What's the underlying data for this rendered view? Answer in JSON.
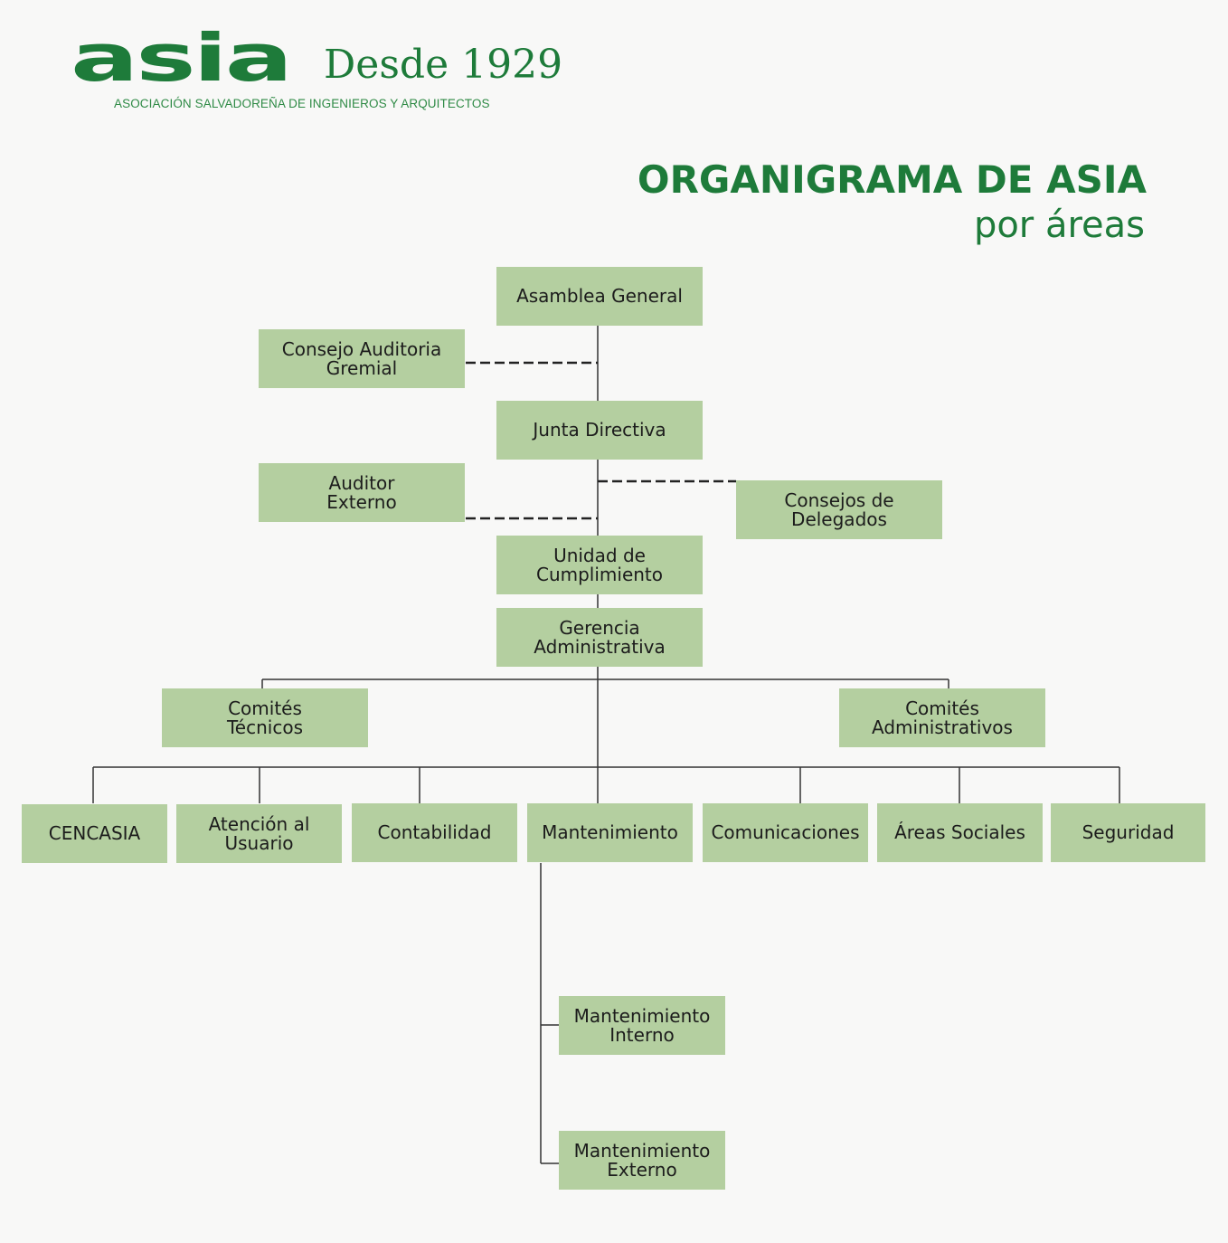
{
  "header": {
    "logo_text": "asia",
    "logo_since": "Desde 1929",
    "logo_subtitle": "ASOCIACIÓN SALVADOREÑA DE INGENIEROS Y ARQUITECTOS",
    "title": "ORGANIGRAMA DE ASIA",
    "subtitle": "por áreas"
  },
  "colors": {
    "brand_green": "#1e7b3a",
    "box_fill": "#b4cfa0",
    "line": "#333333"
  },
  "nodes": {
    "asamblea": "Asamblea General",
    "consejo_auditoria": "Consejo Auditoria\nGremial",
    "junta": "Junta Directiva",
    "auditor": "Auditor\nExterno",
    "consejos_delegados": "Consejos de\nDelegados",
    "unidad": "Unidad de\nCumplimiento",
    "gerencia": "Gerencia\nAdministrativa",
    "comites_tecnicos": "Comités\nTécnicos",
    "comites_admin": "Comités\nAdministrativos",
    "cencasia": "CENCASIA",
    "atencion": "Atención al\nUsuario",
    "contabilidad": "Contabilidad",
    "mantenimiento": "Mantenimiento",
    "comunicaciones": "Comunicaciones",
    "areas_sociales": "Áreas Sociales",
    "seguridad": "Seguridad",
    "mant_interno": "Mantenimiento\nInterno",
    "mant_externo": "Mantenimiento\nExterno"
  }
}
